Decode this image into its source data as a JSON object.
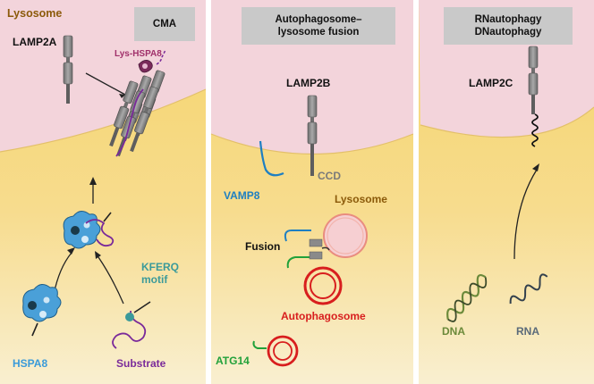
{
  "panels": {
    "cma": {
      "lysosome_label": "Lysosome",
      "title": "CMA",
      "lamp_label": "LAMP2A",
      "lys_hspa8_label": "Lys-HSPA8",
      "kferq_line1": "KFERQ",
      "kferq_line2": "motif",
      "hspa8_label": "HSPA8",
      "substrate_label": "Substrate"
    },
    "fusion": {
      "title_line1": "Autophagosome–",
      "title_line2": "lysosome fusion",
      "lamp_label": "LAMP2B",
      "ccd_label": "CCD",
      "vamp8_label": "VAMP8",
      "lysosome_label": "Lysosome",
      "fusion_label": "Fusion",
      "autophagosome_label": "Autophagosome",
      "atg14_label": "ATG14"
    },
    "rna": {
      "title_line1": "RNautophagy",
      "title_line2": "DNautophagy",
      "lamp_label": "LAMP2C",
      "dna_label": "DNA",
      "rna_label": "RNA"
    }
  },
  "colors": {
    "lysosome_fill": "#f2d3da",
    "cytosol_top": "#f7d774",
    "cytosol_bottom": "#f8ecc6",
    "title_box": "#c9c9c9",
    "lysosome_text": "#8b5a0a",
    "lamp2b_text": "#000000",
    "hspa8_blue": "#3a9ad9",
    "substrate_purple": "#7a2a9a",
    "kferq_teal": "#3b9a9a",
    "lys_hspa8_pink": "#a0306a",
    "vamp8_blue": "#1e7fc2",
    "ccd_gray": "#7a7a7a",
    "autophagosome_red": "#d81e1e",
    "atg14_green": "#21a13a",
    "dna_green": "#6b8a3a",
    "rna_gray": "#5a6a7a"
  }
}
